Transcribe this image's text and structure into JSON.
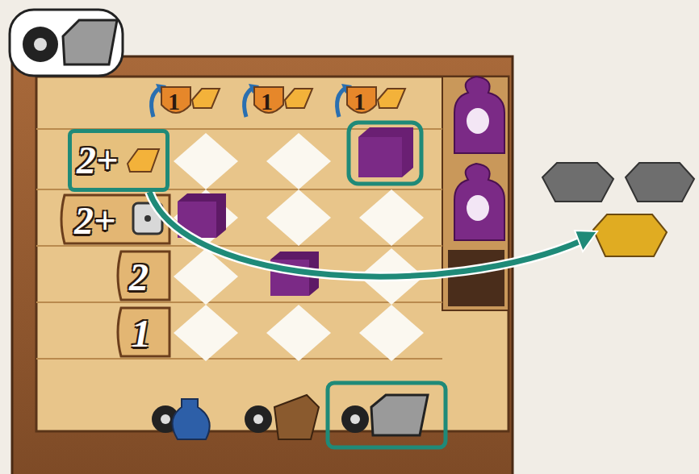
{
  "diagram": {
    "nodes": [
      {
        "text": [
          "2+"
        ]
      }
    ],
    "labels": [
      "1",
      "1",
      "1",
      "2+",
      "2",
      "1"
    ]
  }
}
